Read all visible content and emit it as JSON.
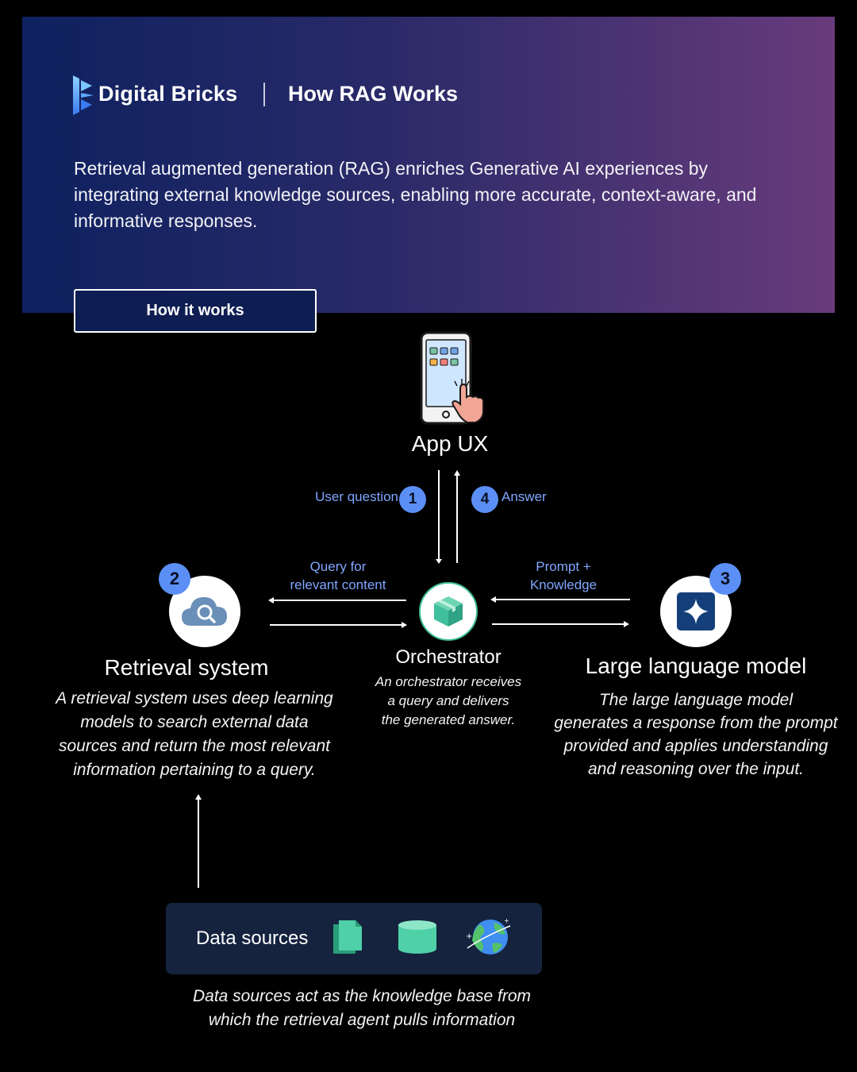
{
  "brand": {
    "name": "Digital Bricks",
    "page_title": "How RAG Works"
  },
  "intro": "Retrieval augmented generation (RAG) enriches Generative AI experiences by integrating external knowledge sources, enabling more accurate, context-aware, and informative responses.",
  "how_button": "How it works",
  "app": {
    "title": "App UX"
  },
  "flow": {
    "user_question": "User question",
    "answer": "Answer",
    "query_line1": "Query for",
    "query_line2": "relevant content",
    "prompt_line1": "Prompt +",
    "prompt_line2": "Knowledge"
  },
  "badges": {
    "one": "1",
    "two": "2",
    "three": "3",
    "four": "4"
  },
  "retrieval": {
    "title": "Retrieval system",
    "desc": [
      "A retrieval system uses deep learning",
      "models to search external data",
      "sources and return the most relevant",
      "information pertaining to a query."
    ]
  },
  "orchestrator": {
    "title": "Orchestrator",
    "desc": [
      "An orchestrator receives",
      "a query and delivers",
      "the generated answer."
    ]
  },
  "llm": {
    "title": "Large language model",
    "desc": [
      "The large language model",
      "generates a response from the prompt",
      "provided and applies understanding",
      "and reasoning over the input."
    ]
  },
  "data_sources": {
    "title": "Data sources",
    "desc": [
      "Data sources act as the knowledge base from",
      "which the retrieval agent pulls information"
    ]
  },
  "colors": {
    "accent_blue": "#5b8ff5",
    "label_blue": "#7fa6ff",
    "teal": "#3fbf9b",
    "header_start": "#0e2160",
    "header_end": "#683b7c"
  }
}
